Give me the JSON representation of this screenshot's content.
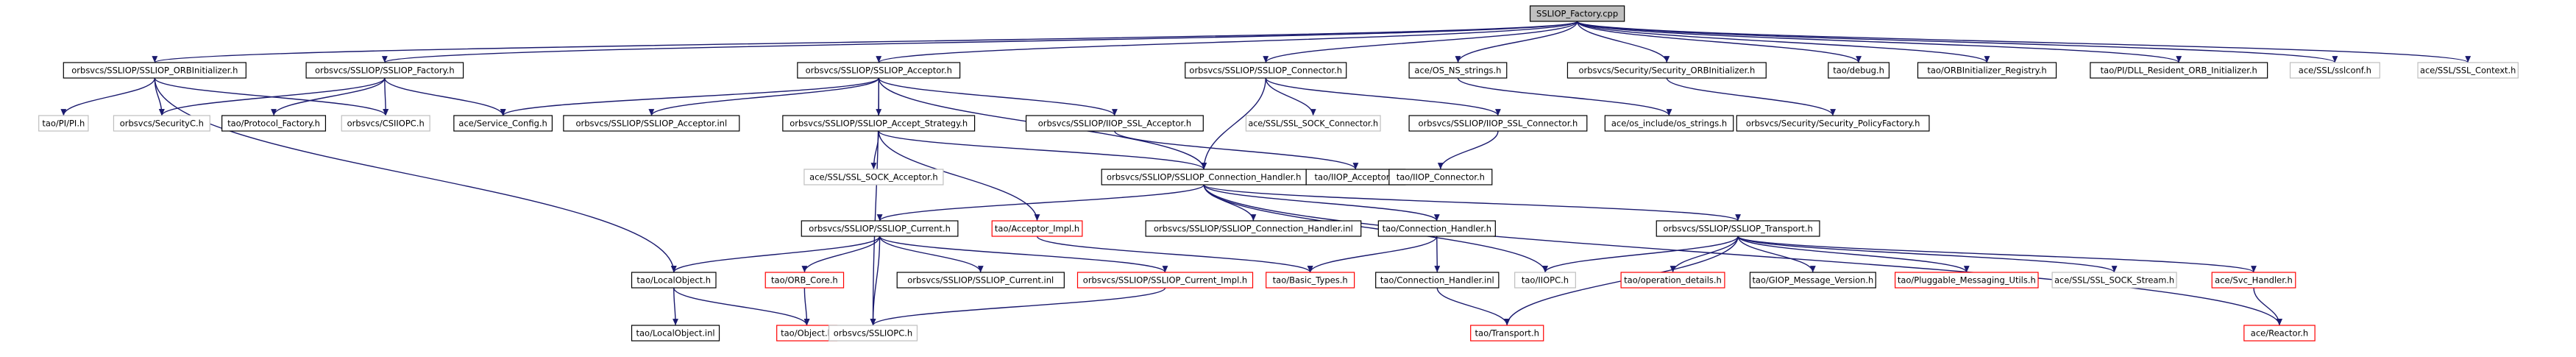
{
  "title": "SSLIOP_Factory.cpp",
  "colors": {
    "root_fill": "#bfbfbf",
    "node_fill": "#ffffff",
    "documented_border": "#000000",
    "undocumented_border": "#bfbfbf",
    "header_missing_border": "#ff0000",
    "edge": "#1a1a6e"
  },
  "nodes": [
    {
      "id": "root",
      "label": "SSLIOP_Factory.cpp",
      "kind": "root"
    },
    {
      "id": "orbinit",
      "label": "orbsvcs/SSLIOP/SSLIOP_ORBInitializer.h",
      "kind": "documented"
    },
    {
      "id": "factory",
      "label": "orbsvcs/SSLIOP/SSLIOP_Factory.h",
      "kind": "documented"
    },
    {
      "id": "acceptor",
      "label": "orbsvcs/SSLIOP/SSLIOP_Acceptor.h",
      "kind": "documented"
    },
    {
      "id": "connector",
      "label": "orbsvcs/SSLIOP/SSLIOP_Connector.h",
      "kind": "documented"
    },
    {
      "id": "ns_strings",
      "label": "ace/OS_NS_strings.h",
      "kind": "documented"
    },
    {
      "id": "sec_orbinit",
      "label": "orbsvcs/Security/Security_ORBInitializer.h",
      "kind": "documented"
    },
    {
      "id": "debug",
      "label": "tao/debug.h",
      "kind": "documented"
    },
    {
      "id": "orbinit_reg",
      "label": "tao/ORBInitializer_Registry.h",
      "kind": "documented"
    },
    {
      "id": "dll_resident",
      "label": "tao/PI/DLL_Resident_ORB_Initializer.h",
      "kind": "documented"
    },
    {
      "id": "sslconf",
      "label": "ace/SSL/sslconf.h",
      "kind": "undocumented"
    },
    {
      "id": "ssl_context",
      "label": "ace/SSL/SSL_Context.h",
      "kind": "undocumented"
    },
    {
      "id": "pi",
      "label": "tao/PI/PI.h",
      "kind": "undocumented"
    },
    {
      "id": "securityc",
      "label": "orbsvcs/SecurityC.h",
      "kind": "undocumented"
    },
    {
      "id": "proto_factory",
      "label": "tao/Protocol_Factory.h",
      "kind": "documented"
    },
    {
      "id": "csiiopc",
      "label": "orbsvcs/CSIIOPC.h",
      "kind": "undocumented"
    },
    {
      "id": "svc_config",
      "label": "ace/Service_Config.h",
      "kind": "documented"
    },
    {
      "id": "acceptor_inl",
      "label": "orbsvcs/SSLIOP/SSLIOP_Acceptor.inl",
      "kind": "documented"
    },
    {
      "id": "accept_strategy",
      "label": "orbsvcs/SSLIOP/SSLIOP_Accept_Strategy.h",
      "kind": "documented"
    },
    {
      "id": "iiop_ssl_acceptor",
      "label": "orbsvcs/SSLIOP/IIOP_SSL_Acceptor.h",
      "kind": "documented"
    },
    {
      "id": "ssl_sock_connector",
      "label": "ace/SSL/SSL_SOCK_Connector.h",
      "kind": "undocumented"
    },
    {
      "id": "iiop_ssl_connector",
      "label": "orbsvcs/SSLIOP/IIOP_SSL_Connector.h",
      "kind": "documented"
    },
    {
      "id": "os_strings",
      "label": "ace/os_include/os_strings.h",
      "kind": "documented"
    },
    {
      "id": "sec_policy_factory",
      "label": "orbsvcs/Security/Security_PolicyFactory.h",
      "kind": "documented"
    },
    {
      "id": "ssl_sock_acceptor",
      "label": "ace/SSL/SSL_SOCK_Acceptor.h",
      "kind": "undocumented"
    },
    {
      "id": "conn_handler",
      "label": "orbsvcs/SSLIOP/SSLIOP_Connection_Handler.h",
      "kind": "documented"
    },
    {
      "id": "iiop_acceptor",
      "label": "tao/IIOP_Acceptor.h",
      "kind": "documented"
    },
    {
      "id": "iiop_connector",
      "label": "tao/IIOP_Connector.h",
      "kind": "documented"
    },
    {
      "id": "current",
      "label": "orbsvcs/SSLIOP/SSLIOP_Current.h",
      "kind": "documented"
    },
    {
      "id": "acceptor_impl",
      "label": "tao/Acceptor_Impl.h",
      "kind": "header_missing"
    },
    {
      "id": "conn_handler_inl",
      "label": "orbsvcs/SSLIOP/SSLIOP_Connection_Handler.inl",
      "kind": "documented"
    },
    {
      "id": "tao_conn_handler",
      "label": "tao/Connection_Handler.h",
      "kind": "documented"
    },
    {
      "id": "transport",
      "label": "orbsvcs/SSLIOP/SSLIOP_Transport.h",
      "kind": "documented"
    },
    {
      "id": "localobject",
      "label": "tao/LocalObject.h",
      "kind": "documented"
    },
    {
      "id": "orb_core",
      "label": "tao/ORB_Core.h",
      "kind": "header_missing"
    },
    {
      "id": "current_inl",
      "label": "orbsvcs/SSLIOP/SSLIOP_Current.inl",
      "kind": "documented"
    },
    {
      "id": "current_impl",
      "label": "orbsvcs/SSLIOP/SSLIOP_Current_Impl.h",
      "kind": "header_missing"
    },
    {
      "id": "basic_types",
      "label": "tao/Basic_Types.h",
      "kind": "header_missing"
    },
    {
      "id": "tao_conn_handler_inl",
      "label": "tao/Connection_Handler.inl",
      "kind": "documented"
    },
    {
      "id": "iiopc",
      "label": "tao/IIOPC.h",
      "kind": "undocumented"
    },
    {
      "id": "op_details",
      "label": "tao/operation_details.h",
      "kind": "header_missing"
    },
    {
      "id": "giop_msg_version",
      "label": "tao/GIOP_Message_Version.h",
      "kind": "documented"
    },
    {
      "id": "pluggable_utils",
      "label": "tao/Pluggable_Messaging_Utils.h",
      "kind": "header_missing"
    },
    {
      "id": "ssl_sock_stream",
      "label": "ace/SSL/SSL_SOCK_Stream.h",
      "kind": "undocumented"
    },
    {
      "id": "svc_handler",
      "label": "ace/Svc_Handler.h",
      "kind": "header_missing"
    },
    {
      "id": "localobject_inl",
      "label": "tao/LocalObject.inl",
      "kind": "documented"
    },
    {
      "id": "object",
      "label": "tao/Object.h",
      "kind": "header_missing"
    },
    {
      "id": "ssliopc",
      "label": "orbsvcs/SSLIOPC.h",
      "kind": "undocumented"
    },
    {
      "id": "tao_transport",
      "label": "tao/Transport.h",
      "kind": "header_missing"
    },
    {
      "id": "reactor",
      "label": "ace/Reactor.h",
      "kind": "header_missing"
    }
  ]
}
